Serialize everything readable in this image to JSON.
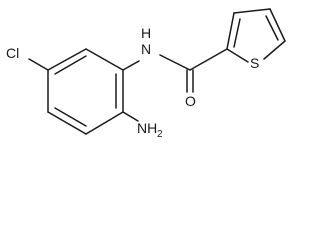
{
  "structure": {
    "atoms": {
      "amide_nh": "N",
      "amide_h": "H",
      "carbonyl_o": "O",
      "chlorine": "Cl",
      "thiophene_s": "S",
      "amino_nh": "NH",
      "amino_sub": "2"
    },
    "colors": {
      "bond": "#1a1a1a",
      "label": "#1a1a1a",
      "background": "#ffffff"
    }
  }
}
